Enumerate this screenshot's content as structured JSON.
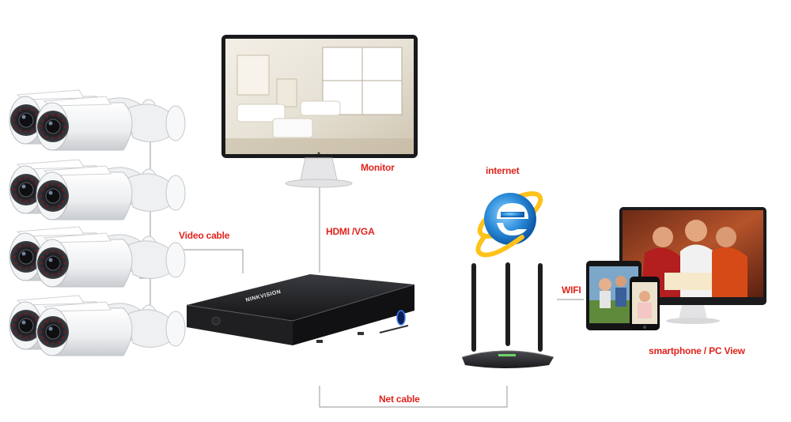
{
  "labels": {
    "video_cable": "Video cable",
    "hdmi_vga": "HDMI /VGA",
    "monitor": "Monitor",
    "internet": "internet",
    "wifi": "WIFI",
    "view": "smartphone / PC View",
    "net_cable": "Net cable"
  },
  "nvr_brand": "NINKVISION",
  "colors": {
    "label_red": "#e0231c",
    "line_gray": "#a9a9a9",
    "nvr_body": "#1d1d1f",
    "camera_white": "#f3f4f5",
    "ie_blue": "#2a8ad8"
  },
  "icons": [
    "bullet-camera-icon",
    "monitor-icon",
    "nvr-recorder-icon",
    "internet-explorer-icon",
    "router-icon",
    "tablet-icon",
    "smartphone-icon",
    "pc-monitor-icon"
  ]
}
